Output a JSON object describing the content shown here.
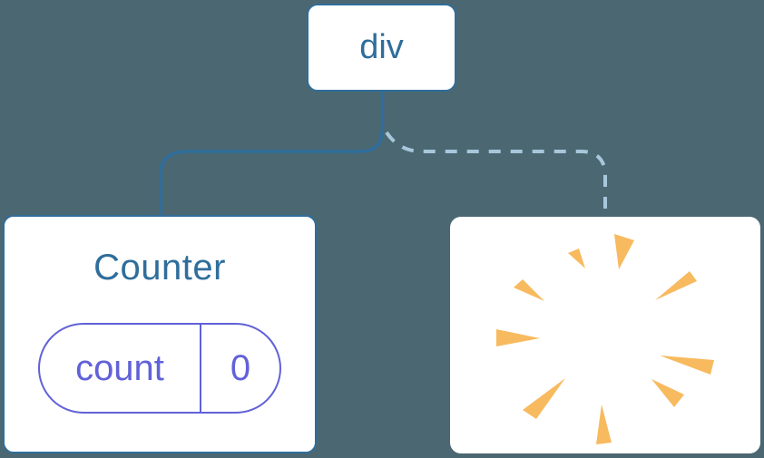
{
  "colors": {
    "background": "#4B6772",
    "card_bg": "#FFFFFF",
    "node_blue": "#2F6E9B",
    "link_solid": "#2F6E9B",
    "link_dashed": "#A7C7DB",
    "state_purple": "#6161D8",
    "poof_orange": "#F8BA5F"
  },
  "tree": {
    "root": {
      "label": "div"
    },
    "children": [
      {
        "type": "component",
        "title": "Counter",
        "link_style": "solid",
        "state": {
          "key": "count",
          "value": "0"
        }
      },
      {
        "type": "removed-component",
        "icon": "poof-icon",
        "link_style": "dashed"
      }
    ]
  }
}
